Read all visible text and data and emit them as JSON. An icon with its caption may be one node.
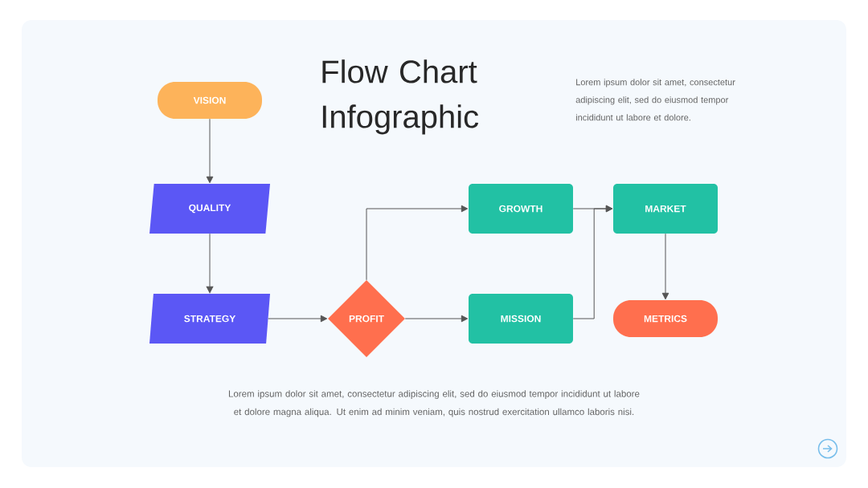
{
  "diagram": {
    "title": "Flow Chart Infographic",
    "nodes": [
      {
        "text": [
          "VISION"
        ]
      },
      {
        "text": [
          "QUALITY"
        ]
      },
      {
        "text": [
          "STRATEGY"
        ]
      },
      {
        "text": [
          "PROFIT"
        ]
      },
      {
        "text": [
          "GROWTH"
        ]
      },
      {
        "text": [
          "MISSION"
        ]
      },
      {
        "text": [
          "MARKET"
        ]
      },
      {
        "text": [
          "METRICS"
        ]
      }
    ],
    "edges": [
      {
        "from": 0,
        "to": 1,
        "arrow": "to"
      },
      {
        "from": 1,
        "to": 2,
        "arrow": "to"
      },
      {
        "from": 2,
        "to": 3,
        "arrow": "to"
      },
      {
        "from": 3,
        "to": 4,
        "arrow": "to"
      },
      {
        "from": 3,
        "to": 5,
        "arrow": "to"
      },
      {
        "from": 4,
        "to": 6,
        "arrow": "to"
      },
      {
        "from": 5,
        "to": 6,
        "arrow": "to"
      },
      {
        "from": 6,
        "to": 7,
        "arrow": "to"
      }
    ],
    "labels": [
      "Lorem ipsum dolor sit amet, consectetur adipiscing elit, sed do eiusmod tempor incididunt ut labore et dolore.",
      "Lorem ipsum dolor sit amet, consectetur adipiscing elit, sed do eiusmod tempor incididunt ut labore et dolore magna aliqua. Ut enim ad minim veniam, quis nostrud exercitation ullamco laboris nisi."
    ]
  }
}
